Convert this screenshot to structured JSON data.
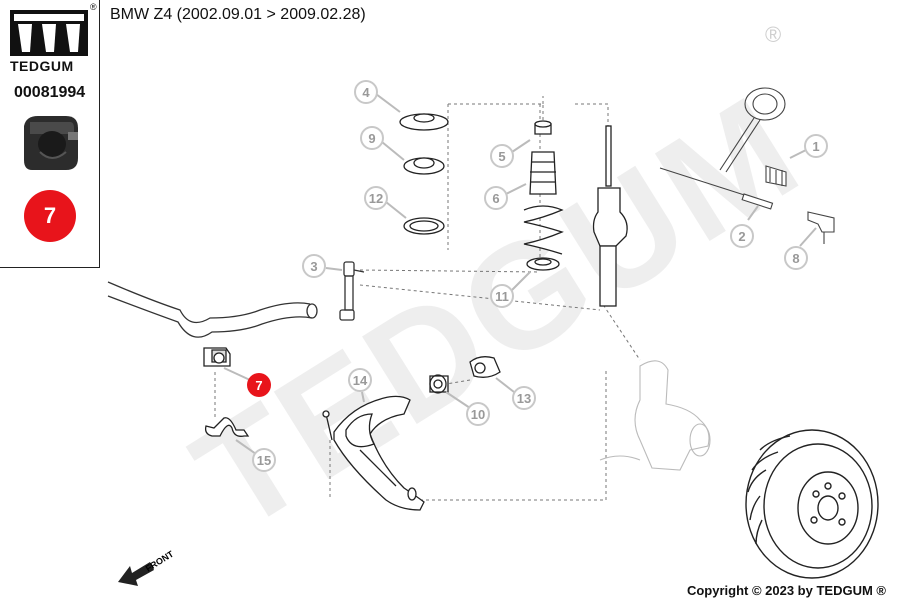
{
  "brand": {
    "name": "TEDGUM",
    "registered": "®"
  },
  "part": {
    "number": "00081994",
    "position": "7"
  },
  "vehicle": {
    "title": "BMW Z4  (2002.09.01 > 2009.02.28)"
  },
  "watermark": {
    "text": "TEDGUM",
    "registered": "®"
  },
  "diagram": {
    "front_label": "FRONT",
    "callouts": {
      "c1": "1",
      "c2": "2",
      "c3": "3",
      "c4": "4",
      "c5": "5",
      "c6": "6",
      "c7": "7",
      "c8": "8",
      "c9": "9",
      "c10": "10",
      "c11": "11",
      "c12": "12",
      "c13": "13",
      "c14": "14",
      "c15": "15"
    }
  },
  "footer": {
    "copyright": "Copyright © 2023 by TEDGUM ®"
  },
  "colors": {
    "highlight": "#e8141b",
    "callout": "#c8c8c8",
    "line": "#333333"
  }
}
